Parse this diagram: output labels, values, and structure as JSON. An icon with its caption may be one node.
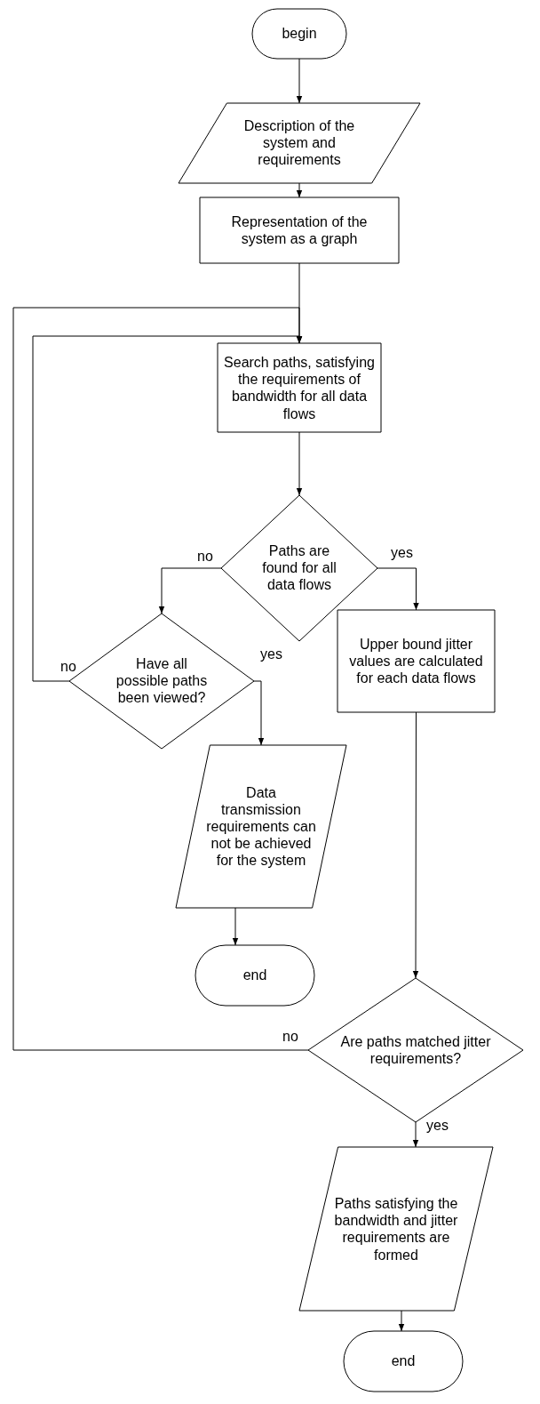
{
  "diagram": {
    "nodes": [
      {
        "text": [
          "begin"
        ]
      },
      {
        "text": [
          "Description of the system and requirements"
        ]
      },
      {
        "text": [
          "Representation of the system as a graph"
        ]
      },
      {
        "text": [
          "Search paths, satisfying the requirements of bandwidth for all data flows"
        ]
      },
      {
        "text": [
          "Paths are found for all data flows"
        ]
      },
      {
        "text": [
          "Have all possible paths been viewed?"
        ]
      },
      {
        "text": [
          "Upper bound jitter values are calculated for each data flows"
        ]
      },
      {
        "text": [
          "Data transmission requirements can not be achieved for the system"
        ]
      },
      {
        "text": [
          "end"
        ]
      },
      {
        "text": [
          "Are paths matched jitter requirements?"
        ]
      },
      {
        "text": [
          "Paths satisfying the bandwidth and jitter requirements are formed"
        ]
      },
      {
        "text": [
          "end"
        ]
      }
    ],
    "edges": [
      {
        "from": 0,
        "to": 1,
        "arrow": "to"
      },
      {
        "from": 1,
        "to": 2,
        "arrow": "to"
      },
      {
        "from": 2,
        "to": 3,
        "arrow": "to"
      },
      {
        "from": 3,
        "to": 4,
        "arrow": "to"
      },
      {
        "from": 4,
        "to": 5,
        "arrow": "to",
        "label": "no"
      },
      {
        "from": 4,
        "to": 6,
        "arrow": "to",
        "label": "yes"
      },
      {
        "from": 5,
        "to": 3,
        "arrow": "to",
        "label": "no"
      },
      {
        "from": 5,
        "to": 7,
        "arrow": "to",
        "label": "yes"
      },
      {
        "from": 6,
        "to": 9,
        "arrow": "to"
      },
      {
        "from": 7,
        "to": 8,
        "arrow": "to"
      },
      {
        "from": 9,
        "to": 3,
        "arrow": "to",
        "label": "no"
      },
      {
        "from": 9,
        "to": 10,
        "arrow": "to",
        "label": "yes"
      },
      {
        "from": 10,
        "to": 11,
        "arrow": "to"
      }
    ]
  }
}
